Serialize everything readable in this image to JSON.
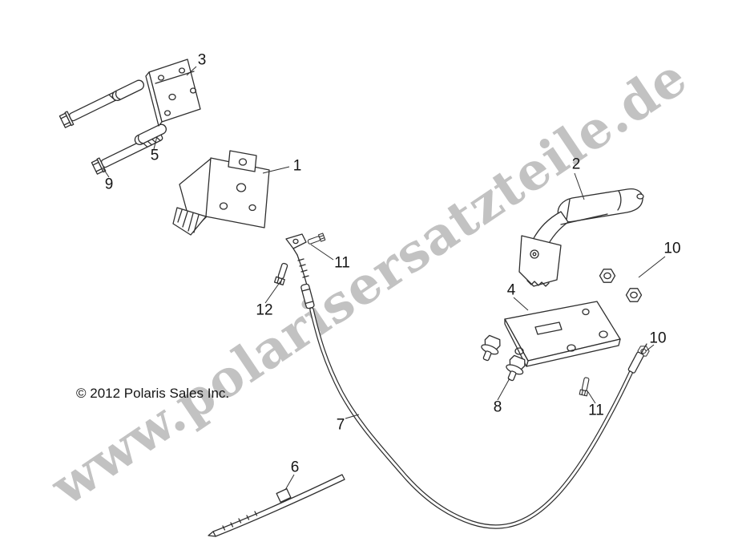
{
  "page": {
    "background_color": "#ffffff",
    "line_color": "#2f2f2f"
  },
  "watermark": {
    "text": "www.polarisersatzteile.de",
    "color": "#c2c2c2"
  },
  "copyright": {
    "text": "© 2012 Polaris Sales Inc."
  },
  "diagram": {
    "callouts": [
      {
        "label": "3"
      },
      {
        "label": "5"
      },
      {
        "label": "9"
      },
      {
        "label": "1"
      },
      {
        "label": "2"
      },
      {
        "label": "11"
      },
      {
        "label": "12"
      },
      {
        "label": "10"
      },
      {
        "label": "4"
      },
      {
        "label": "10"
      },
      {
        "label": "8"
      },
      {
        "label": "11"
      },
      {
        "label": "7"
      },
      {
        "label": "6"
      }
    ]
  }
}
